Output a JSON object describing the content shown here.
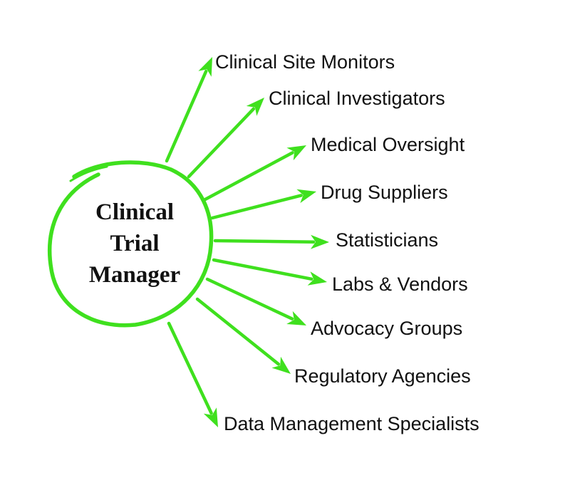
{
  "center": {
    "line1": "Clinical",
    "line2": "Trial",
    "line3": "Manager"
  },
  "stakeholders": [
    "Clinical Site Monitors",
    "Clinical Investigators",
    "Medical Oversight",
    "Drug Suppliers",
    "Statisticians",
    "Labs & Vendors",
    "Advocacy Groups",
    "Regulatory Agencies",
    "Data Management Specialists"
  ],
  "colors": {
    "accent": "#3fe01e",
    "text": "#111111",
    "background": "#ffffff"
  }
}
